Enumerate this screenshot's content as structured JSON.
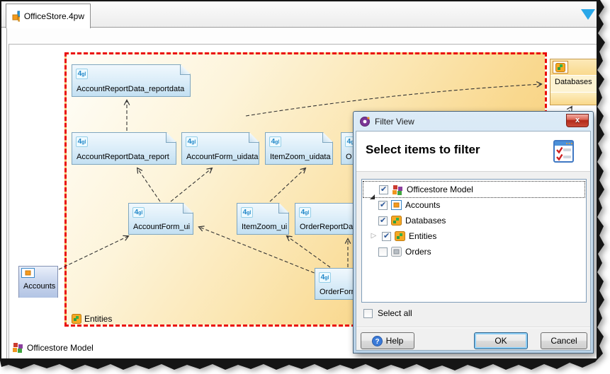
{
  "tabBar": {
    "tabLabel": "OfficeStore.4pw",
    "scrollIcon": "triangle-down-icon"
  },
  "page": {
    "modelLabel": "Officestore Model",
    "groupLabel": "Entities"
  },
  "nodes": {
    "glList": [
      {
        "label": "AccountReportData_reportdata"
      },
      {
        "label": "AccountReportData_report"
      },
      {
        "label": "AccountForm_uidata"
      },
      {
        "label": "ItemZoom_uidata"
      },
      {
        "label": "O"
      },
      {
        "label": "AccountForm_ui"
      },
      {
        "label": "ItemZoom_ui"
      },
      {
        "label": "OrderReportDa"
      },
      {
        "label": "OrderForm"
      }
    ],
    "accounts": "Accounts",
    "databases": "Databases"
  },
  "dialog": {
    "title": "Filter View",
    "heading": "Select items to filter",
    "tree": [
      {
        "label": "Officestore Model",
        "checked": true,
        "expanded": true,
        "icon": "model-cubes-icon",
        "level": 0
      },
      {
        "label": "Accounts",
        "checked": true,
        "icon": "entity-icon",
        "level": 1
      },
      {
        "label": "Databases",
        "checked": true,
        "icon": "package-orange-icon",
        "level": 1
      },
      {
        "label": "Entities",
        "checked": true,
        "collapsed": true,
        "icon": "package-orange-icon",
        "level": 1
      },
      {
        "label": "Orders",
        "checked": false,
        "icon": "package-gray-icon",
        "level": 1
      }
    ],
    "selectAll": "Select all",
    "buttons": {
      "help": "Help",
      "ok": "OK",
      "cancel": "Cancel"
    },
    "closeGlyph": "x"
  },
  "colors": {
    "groupBorderRed": "#ea0b0b",
    "nodeBlueTop": "#f0f8fd",
    "nodeBlueBottom": "#c3e0f2",
    "groupFillEnd": "#f6ca6e",
    "titlebarBlue": "#bdd4e7",
    "closeRed": "#c94b38",
    "okFocusBlue": "#8ecef5"
  }
}
